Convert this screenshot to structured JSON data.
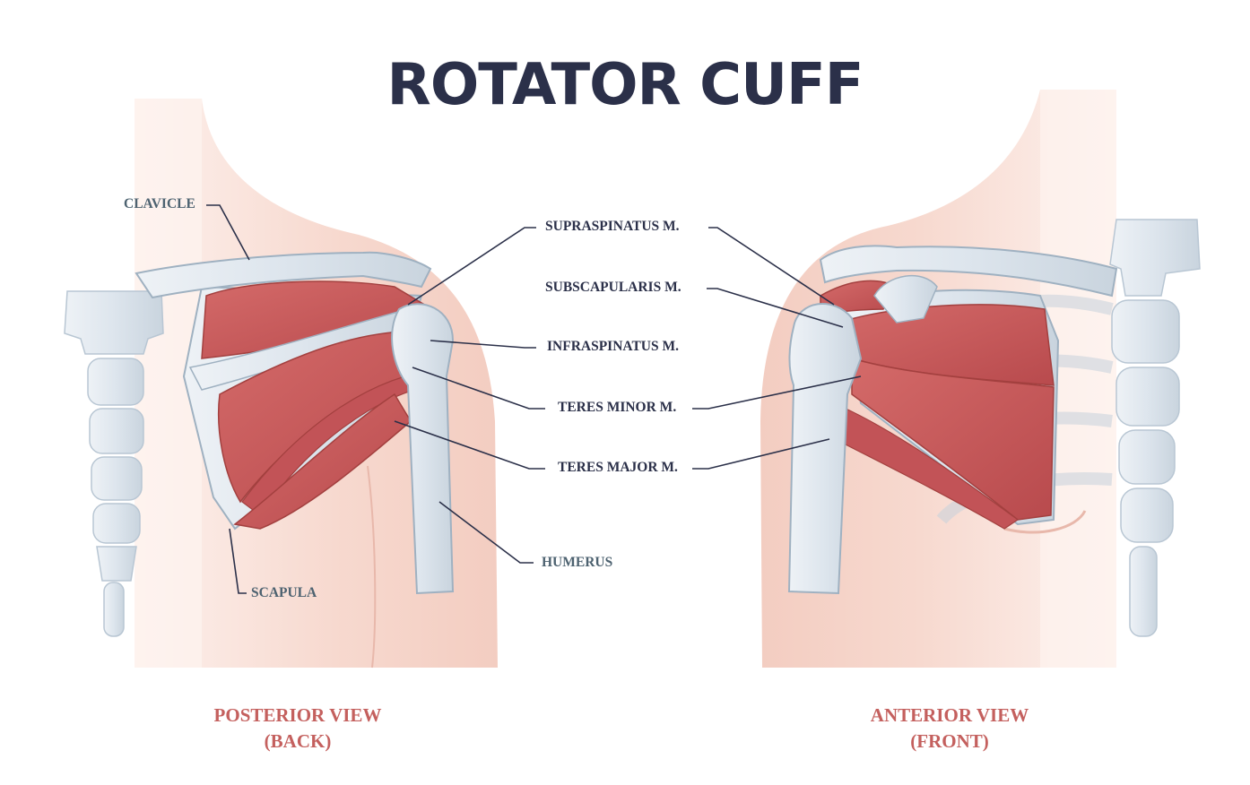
{
  "title": "ROTATOR CUFF",
  "labels": {
    "clavicle": "CLAVICLE",
    "scapula": "SCAPULA",
    "humerus": "HUMERUS",
    "supraspinatus": "SUPRASPINATUS M.",
    "subscapularis": "SUBSCAPULARIS M.",
    "infraspinatus": "INFRASPINATUS M.",
    "teres_minor": "TERES MINOR M.",
    "teres_major": "TERES MAJOR M."
  },
  "views": {
    "posterior": {
      "line1": "POSTERIOR VIEW",
      "line2": "(BACK)"
    },
    "anterior": {
      "line1": "ANTERIOR VIEW",
      "line2": "(FRONT)"
    }
  },
  "colors": {
    "title": "#2b3049",
    "view_label": "#c4605e",
    "muscle": "#c8575a",
    "bone": "#dfe6ee",
    "skin": "#f7d9cf",
    "leader_line": "#2b3049"
  }
}
